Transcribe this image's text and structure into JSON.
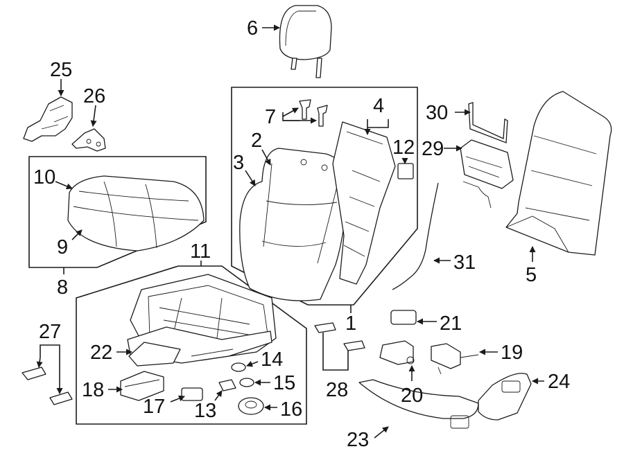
{
  "callouts": [
    {
      "id": "1",
      "text": "1"
    },
    {
      "id": "2",
      "text": "2"
    },
    {
      "id": "3",
      "text": "3"
    },
    {
      "id": "4",
      "text": "4"
    },
    {
      "id": "5",
      "text": "5"
    },
    {
      "id": "6",
      "text": "6"
    },
    {
      "id": "7",
      "text": "7"
    },
    {
      "id": "8",
      "text": "8"
    },
    {
      "id": "9",
      "text": "9"
    },
    {
      "id": "10",
      "text": "10"
    },
    {
      "id": "11",
      "text": "11"
    },
    {
      "id": "12",
      "text": "12"
    },
    {
      "id": "13",
      "text": "13"
    },
    {
      "id": "14",
      "text": "14"
    },
    {
      "id": "15",
      "text": "15"
    },
    {
      "id": "16",
      "text": "16"
    },
    {
      "id": "17",
      "text": "17"
    },
    {
      "id": "18",
      "text": "18"
    },
    {
      "id": "19",
      "text": "19"
    },
    {
      "id": "20",
      "text": "20"
    },
    {
      "id": "21",
      "text": "21"
    },
    {
      "id": "22",
      "text": "22"
    },
    {
      "id": "23",
      "text": "23"
    },
    {
      "id": "24",
      "text": "24"
    },
    {
      "id": "25",
      "text": "25"
    },
    {
      "id": "26",
      "text": "26"
    },
    {
      "id": "27",
      "text": "27"
    },
    {
      "id": "28",
      "text": "28"
    },
    {
      "id": "29",
      "text": "29"
    },
    {
      "id": "30",
      "text": "30"
    },
    {
      "id": "31",
      "text": "31"
    }
  ],
  "colors": {
    "line": "#1a1a1a",
    "background": "#ffffff"
  }
}
